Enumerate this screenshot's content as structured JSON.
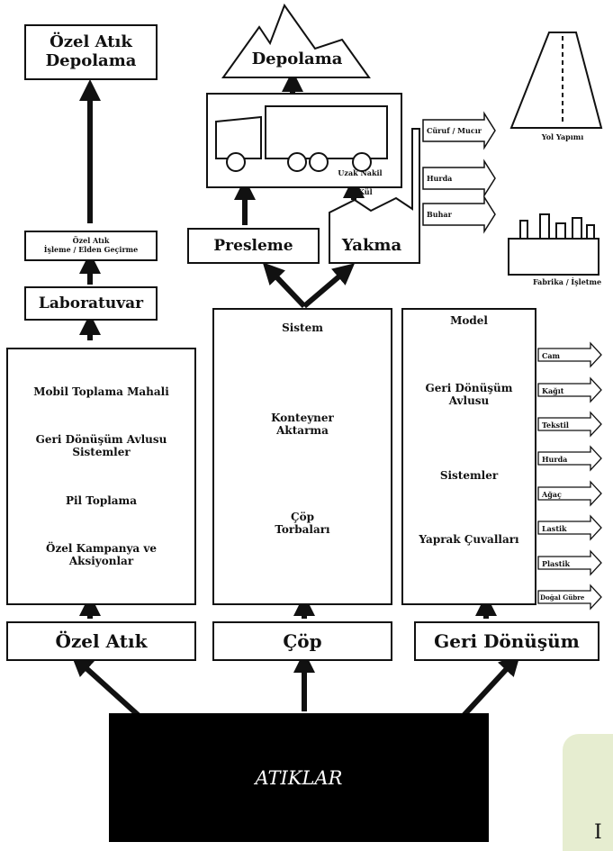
{
  "top": {
    "ozel_atik_depolama": "Özel Atık\nDepolama",
    "depolama": "Depolama",
    "uzak_nakil": "Uzak Nakil",
    "kul": "Kül",
    "ozel_atik_isleme": "Özel Atık\nİşleme / Elden Geçirme",
    "presleme": "Presleme",
    "yakma": "Yakma",
    "laboratuvar": "Laboratuvar",
    "yol_yapimi": "Yol Yapımı",
    "fabrika": "Fabrika / İşletme"
  },
  "yakma_outputs": [
    "Cüruf / Mucır",
    "Hurda",
    "Buhar"
  ],
  "left_panel": {
    "items": [
      "Mobil Toplama Mahali",
      "Geri Dönüşüm Avlusu\nSistemler",
      "Pil Toplama",
      "Özel Kampanya ve\nAksiyonlar"
    ]
  },
  "middle_panel": {
    "sistem": "Sistem",
    "konteyner": "Konteyner\nAktarma",
    "cop_torbalari": "Çöp\nTorbaları"
  },
  "right_panel": {
    "model": "Model",
    "geri_donusum_avlusu": "Geri Dönüşüm\nAvlusu",
    "sistemler": "Sistemler",
    "yaprak": "Yaprak Çuvalları",
    "outputs": [
      "Cam",
      "Kağıt",
      "Tekstil",
      "Hurda",
      "Ağaç",
      "Lastik",
      "Plastik",
      "Doğal Gübre"
    ]
  },
  "categories": {
    "ozel_atik": "Özel Atık",
    "cop": "Çöp",
    "geri_donusum": "Geri Dönüşüm"
  },
  "source": "ATIKLAR",
  "corner_letter": "I"
}
